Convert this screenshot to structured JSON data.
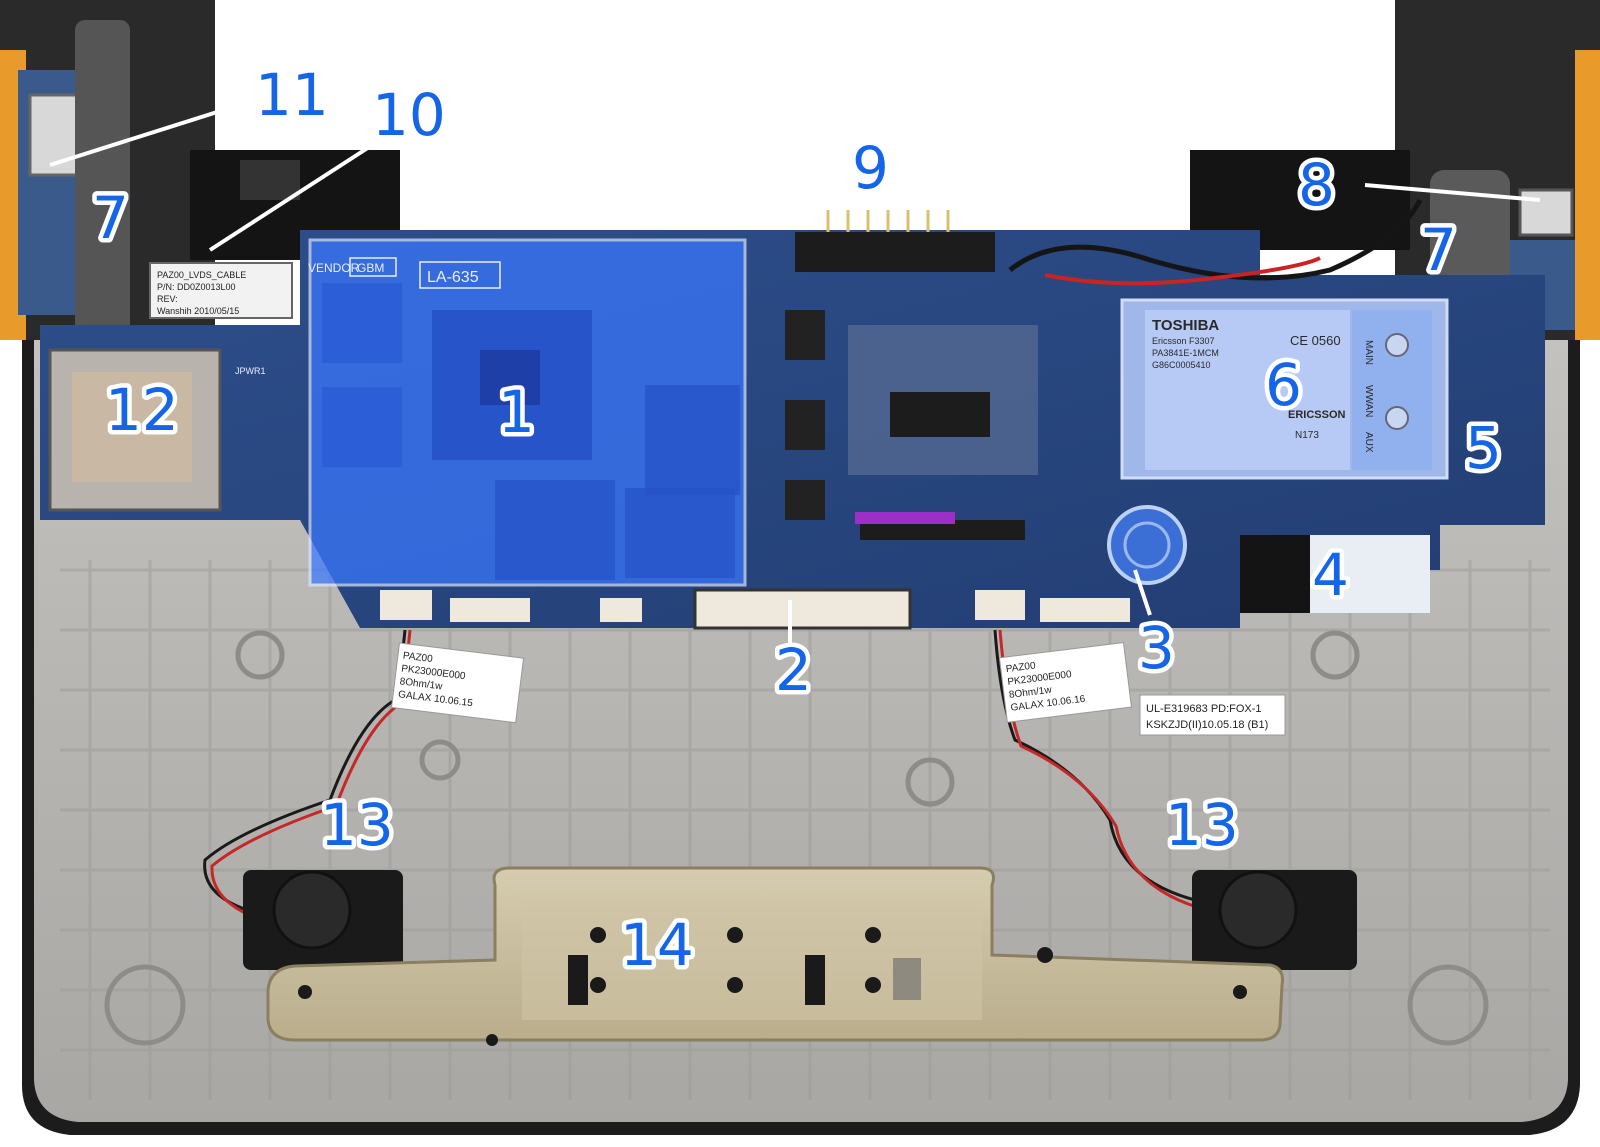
{
  "board": {
    "vendor": "VENDOR",
    "vendor_code": "GBM",
    "model": "LA-635",
    "lvds_label_1": "PAZ00_LVDS_CABLE",
    "lvds_label_2": "P/N: DD0Z0013L00",
    "lvds_label_3": "REV:",
    "lvds_label_4": "Wanshih 2010/05/15",
    "battery_conn": "JPWR1"
  },
  "wwan_module": {
    "brand": "TOSHIBA",
    "model": "Ericsson F3307",
    "part": "PA3841E-1MCM",
    "code": "G86C0005410",
    "ce": "CE 0560",
    "brand2": "ERICSSON",
    "side_main": "MAIN",
    "side_wwan": "WWAN",
    "side_aux": "AUX",
    "cert": "N173"
  },
  "speaker_labels": {
    "left_1": "PAZ00",
    "left_2": "PK23000E000",
    "left_3": "8Ohm/1w",
    "left_4": "GALAX 10.06.15",
    "right_1": "PAZ00",
    "right_2": "PK23000E000",
    "right_3": "8Ohm/1w",
    "right_4": "GALAX 10.06.16"
  },
  "case_label": {
    "line1": "UL-E319683 PD:FOX-1",
    "line2": "KSKZJD(II)10.05.18 (B1)"
  },
  "callouts": [
    {
      "id": "1",
      "text": "1"
    },
    {
      "id": "2",
      "text": "2"
    },
    {
      "id": "3",
      "text": "3"
    },
    {
      "id": "4",
      "text": "4"
    },
    {
      "id": "5",
      "text": "5"
    },
    {
      "id": "6",
      "text": "6"
    },
    {
      "id": "7a",
      "text": "7"
    },
    {
      "id": "7b",
      "text": "7"
    },
    {
      "id": "8",
      "text": "8"
    },
    {
      "id": "9",
      "text": "9"
    },
    {
      "id": "10",
      "text": "10"
    },
    {
      "id": "11",
      "text": "11"
    },
    {
      "id": "12",
      "text": "12"
    },
    {
      "id": "13a",
      "text": "13"
    },
    {
      "id": "13b",
      "text": "13"
    },
    {
      "id": "14",
      "text": "14"
    }
  ],
  "colors": {
    "case_gray": "#b8b6b3",
    "pcb_blue": "#2b4a86",
    "highlight_blue": "#2f6bff",
    "callout_blue": "#1565e8",
    "plate_gold": "#c9bd9c",
    "hinge_black": "#202020"
  }
}
